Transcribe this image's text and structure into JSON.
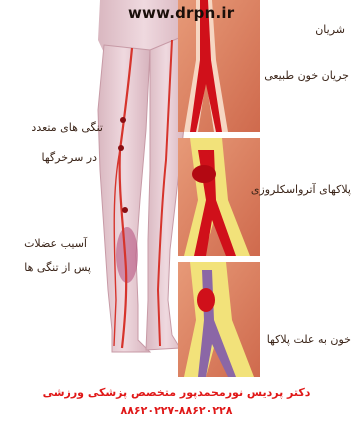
{
  "watermark": "www.drpn.ir",
  "labels": {
    "artery": "شریان",
    "normal_blood_flow": "جریان خون طبیعی",
    "atherosclerosis_plaques": "پلاکهای آترواسکلروزی",
    "multiple_narrowings_line1": "تنگی های متعدد",
    "multiple_narrowings_line2": "در سرخرگها",
    "muscle_damage_line1": "آسیب عضلات",
    "muscle_damage_line2": "پس از تنگی ها",
    "blood_due_to_plaques": "خون به علت پلاکها"
  },
  "credit": {
    "name": "دکتر پردیس نورمحمدپور متخصص پزشکی ورزشی",
    "phone": "۸۸۶۲۰۲۲۷-۸۸۶۲۰۲۲۸"
  },
  "colors": {
    "red_text": "#e01818",
    "skin": "#e7ccd3",
    "tissue": "#d97a5c",
    "blood": "#d0101a",
    "plaque": "#f2e27a"
  }
}
